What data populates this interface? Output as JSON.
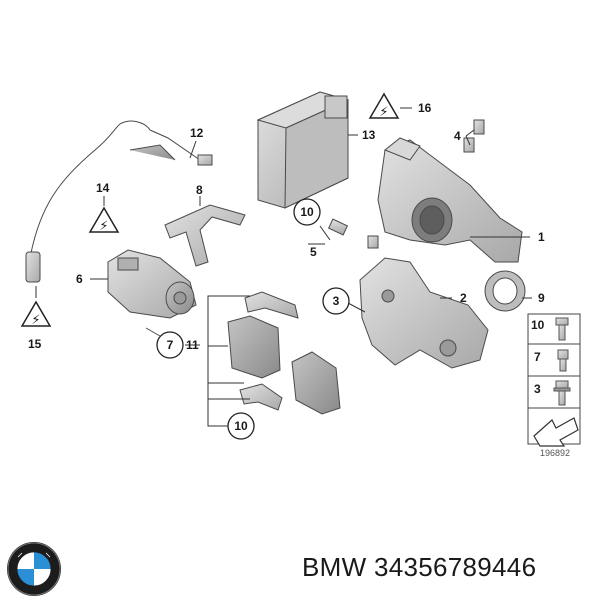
{
  "callouts": [
    {
      "id": "1",
      "label": "1"
    },
    {
      "id": "2",
      "label": "2"
    },
    {
      "id": "3",
      "label": "3"
    },
    {
      "id": "4",
      "label": "4"
    },
    {
      "id": "5",
      "label": "5"
    },
    {
      "id": "6",
      "label": "6"
    },
    {
      "id": "7",
      "label": "7"
    },
    {
      "id": "8",
      "label": "8"
    },
    {
      "id": "9",
      "label": "9"
    },
    {
      "id": "10a",
      "label": "10"
    },
    {
      "id": "10b",
      "label": "10"
    },
    {
      "id": "11",
      "label": "11"
    },
    {
      "id": "12",
      "label": "12"
    },
    {
      "id": "13",
      "label": "13"
    },
    {
      "id": "14",
      "label": "14"
    },
    {
      "id": "15",
      "label": "15"
    },
    {
      "id": "16",
      "label": "16"
    }
  ],
  "legend": {
    "items": [
      {
        "label": "10",
        "icon": "bolt-icon"
      },
      {
        "label": "7",
        "icon": "socket-screw-icon"
      },
      {
        "label": "3",
        "icon": "flange-bolt-icon"
      }
    ],
    "direction_icon": "arrow-icon"
  },
  "doc_number": "196892",
  "caption": "BMW 34356789446",
  "logo": {
    "name": "bmw-roundel",
    "colors": {
      "ring": "#1c1c1c",
      "blue": "#2b8fd6",
      "white": "#ffffff"
    }
  },
  "colors": {
    "part_fill": "#cfcfcf",
    "part_dark": "#a9a9a9",
    "line": "#333333"
  }
}
